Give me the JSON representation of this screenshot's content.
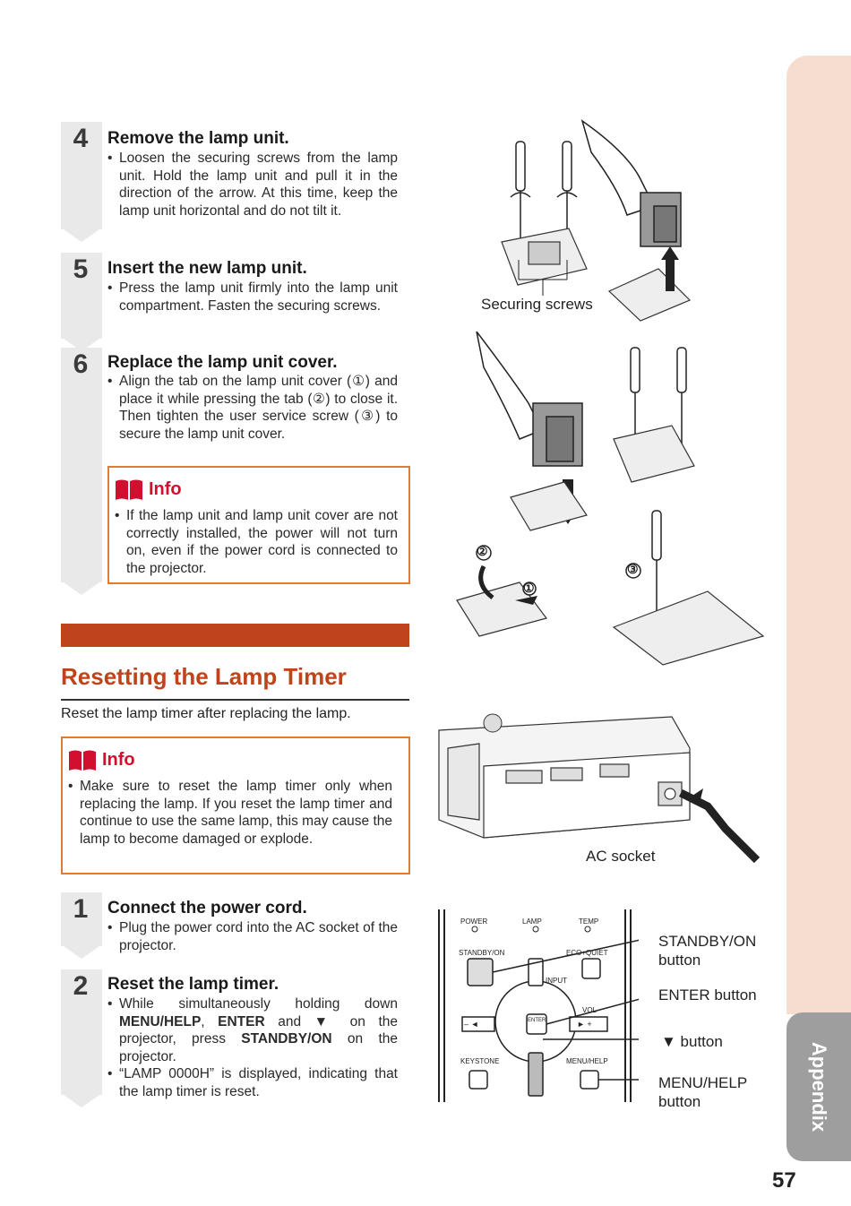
{
  "side_tab": {
    "label": "Appendix"
  },
  "page_number": "57",
  "steps_top": [
    {
      "num": "4",
      "title": "Remove the lamp unit.",
      "bullets": [
        "Loosen the securing screws from the lamp unit. Hold the lamp unit and pull it in the direction of the arrow. At this time, keep the lamp unit horizontal and do not tilt it."
      ]
    },
    {
      "num": "5",
      "title": "Insert the new lamp unit.",
      "bullets": [
        "Press the lamp unit firmly into the lamp unit compartment. Fasten the securing screws."
      ]
    },
    {
      "num": "6",
      "title": "Replace the lamp unit cover.",
      "bullets": [
        "Align the tab on the lamp unit cover (①) and place it while pressing the tab (②) to close it. Then tighten the user service screw (③) to secure the lamp unit cover."
      ]
    }
  ],
  "info_box_1": {
    "heading": "Info",
    "bullets": [
      "If the lamp unit and lamp unit cover are not correctly installed, the power will not turn on, even if the power cord is connected to the projector."
    ]
  },
  "section": {
    "title": "Resetting the Lamp Timer",
    "intro": "Reset the lamp timer after replacing the lamp."
  },
  "info_box_2": {
    "heading": "Info",
    "bullets": [
      "Make sure to reset the lamp timer only when replacing the lamp. If you reset the lamp timer and continue to use the same lamp, this may cause the lamp to become damaged or explode."
    ]
  },
  "steps_bottom": [
    {
      "num": "1",
      "title": "Connect the power cord.",
      "bullets": [
        "Plug the power cord into the AC socket of the projector."
      ]
    },
    {
      "num": "2",
      "title": "Reset the lamp timer.",
      "bullets": [
        {
          "parts": [
            "While simultaneously holding down ",
            "MENU/HELP",
            ", ",
            "ENTER",
            " and ▼ on the projector, press ",
            "STANDBY/ON",
            " on the projector."
          ]
        },
        "“LAMP 0000H” is displayed, indicating that the lamp timer is reset."
      ]
    }
  ],
  "figure_labels": {
    "securing_screws": "Securing screws",
    "ac_socket": "AC socket",
    "standby_on": "STANDBY/ON button",
    "enter": "ENTER button",
    "down": "▼ button",
    "menu_help": "MENU/HELP button",
    "circle_1": "①",
    "circle_2": "②",
    "circle_3": "③"
  },
  "control_panel": {
    "power": "POWER",
    "lamp": "LAMP",
    "temp": "TEMP",
    "standby_on": "STANDBY/ON",
    "eco_quiet": "ECO+QUIET",
    "input": "INPUT",
    "vol": "VOL",
    "enter": "ENTER",
    "keystone": "KEYSTONE",
    "menu_help": "MENU/HELP",
    "minus": "– ◄",
    "plus": "► +"
  },
  "colors": {
    "accent": "#c0441b",
    "info_border": "#e07b34",
    "info_heading": "#d0102e",
    "side_tab": "#f6ddcf",
    "appendix_tab": "#9e9e9e"
  }
}
